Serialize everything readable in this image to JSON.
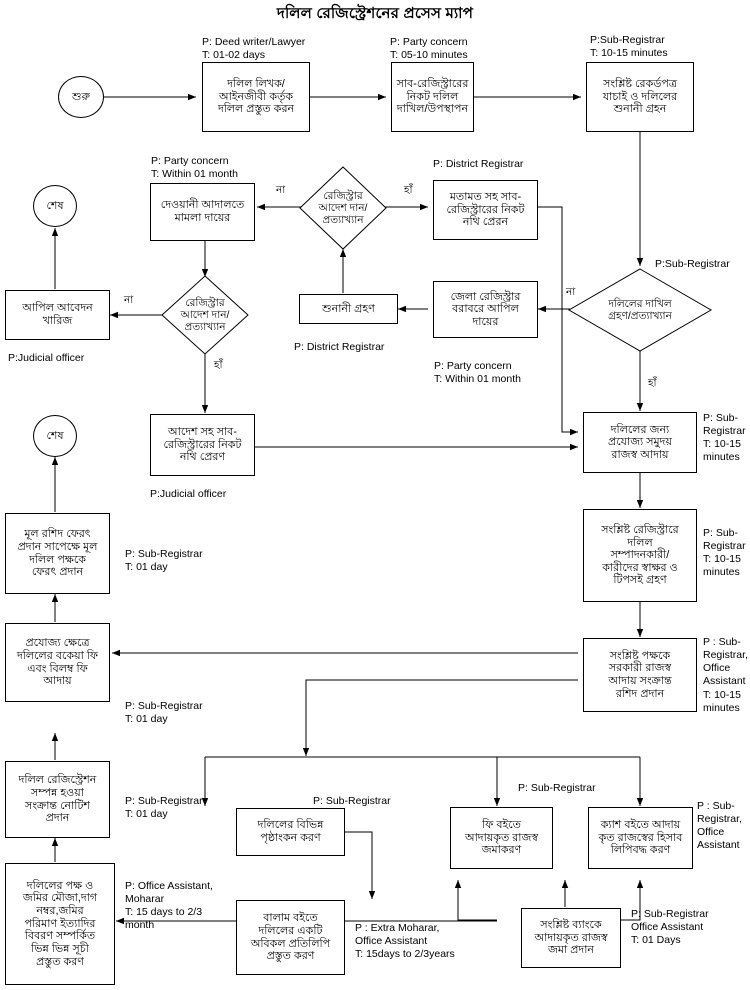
{
  "title": "দলিল রেজিস্ট্রেশনের প্রসেস ম্যাপ",
  "nodes": {
    "start": "শুরু",
    "end_top": "শেষ",
    "end_mid": "শেষ",
    "deed_prepare": "দলিল লিখক/\nআইনজীবী কর্তৃক\nদলিল প্রস্তুত করন",
    "submit_deed": "সাব-রেজিস্ট্রারের\nনিকট দলিল\nদাখিল/উপস্থাপন",
    "verify_records": "সংশ্লিষ্ট রেকর্ডপত্র\nযাচাই ও দলিলের\nশুনানী গ্রহন",
    "civil_court_case": "দেওয়ানী আদালতে\nমামলা দায়ের",
    "registrar_decision_1": "রেজিস্ট্রার\nআদেশ দান/\nপ্রত্যাখ্যান",
    "registrar_decision_2": "রেজিস্ট্রার\nআদেশ দান/\nপ্রত্যাখ্যান",
    "opinion_to_subreg": "মতামত সহ সাব-\nরেজিস্ট্রারের নিকট\nনথি প্রেরন",
    "appeal_dismissed": "আপিল আবেদন\nখারিজ",
    "hearing": "শুনানী গ্রহণ",
    "appeal_district_registrar": "জেলা রেজিস্ট্রার\nবরাবরে আপিল\nদায়ের",
    "doc_accept_reject": "দলিলের দাখিল\nগ্রহণ/প্রত্যাখ্যান",
    "order_to_subreg": "আদেশ সহ সাব-\nরেজিস্ট্রারের নিকট\nনথি প্রেরণ",
    "collect_revenue": "দলিলের জন্য\nপ্রযোজ্য সমুদয়\nরাজস্ব আদায়",
    "signature_collect": "সংশ্লিষ্ট রেজিস্ট্রারে\nদলিল\nসম্পাদনকারী/\nকারীদের স্বাক্ষর ও\nটিপসই গ্রহণ",
    "return_original": "মূল রশিদ ফেরৎ\nপ্রদান সাপেক্ষে মূল\nদলিল পক্ষকে\nফেরৎ প্রদান",
    "arrear_fee": "প্রযোজ্য ক্ষেত্রে\nদলিলের বকেয়া ফি\nএবং বিলম্ব ফি\nআদায়",
    "registration_notice": "দলিল রেজিস্ট্রেশন\nসম্পন্ন হওয়া\nসংক্রান্ত নোটিশ\nপ্রদান",
    "index_prepare": "দলিলের পক্ষ ও\nজমির মৌজা,দাগ\nনম্বর,জমির\nপরিমাণ ইত্যাদির\nবিবরণ সম্পর্কিত\nভিন্ন ভিন্ন সূচী\nপ্রস্তুত করণ",
    "receipt_issue": "সংশ্লিষ্ট পক্ষকে\nসরকারী রাজস্ব\nআদায় সংক্রান্ত\nরশিদ প্রদান",
    "endorsement": "দলিলের বিভিন্ন\nপৃষ্ঠাংকন করণ",
    "balam_copy": "বালাম বইতে\nদলিলের একটি\nঅবিকল প্রতিলিপি\nপ্রস্তুত করণ",
    "fee_book": "ফি বইতে\nআদায়কৃত রাজস্ব\nজমাকরণ",
    "cash_book": "ক্যাশ বইতে আদায়\nকৃত রাজস্বের হিসাব\nলিপিবদ্ধ করণ",
    "bank_deposit": "সংশ্লিষ্ট ব্যাংকে\nআদায়কৃত রাজস্ব\nজমা প্রদান"
  },
  "annotations": {
    "a_deed_prepare": "P: Deed writer/Lawyer\nT: 01-02 days",
    "a_submit_deed": "P: Party concern\nT: 05-10 minutes",
    "a_verify_records": "P:Sub-Registrar\nT: 10-15 minutes",
    "a_civil_court": "P: Party concern\nT: Within 01 month",
    "a_district_registrar_top": "P: District Registrar",
    "a_sub_registrar_right": "P:Sub-Registrar",
    "a_hearing": "P: District Registrar",
    "a_appeal_dr": "P: Party concern\nT: Within 01 month",
    "a_judicial_officer_left": "P:Judicial officer",
    "a_judicial_officer_mid": "P:Judicial officer",
    "a_collect_revenue": "P: Sub-\nRegistrar\nT: 10-15\nminutes",
    "a_signature": "P: Sub-\nRegistrar\nT: 10-15\nminutes",
    "a_return_original": "P: Sub-Registrar\nT: 01 day",
    "a_arrear_fee": "P: Sub-Registrar\nT: 01 day",
    "a_registration_notice": "P: Sub-Registrar\nT: 01 day",
    "a_index_prepare": "P: Office Assistant,\nMoharar\nT: 15 days to 2/3\nmonth",
    "a_receipt_issue": "P : Sub-\nRegistrar,\nOffice\nAssistant\nT: 10-15\nminutes",
    "a_endorsement": "P: Sub-Registrar",
    "a_fee_book": "P: Sub-Registrar",
    "a_cash_book": "P : Sub-\nRegistrar,\nOffice\nAssistant",
    "a_balam_copy": "P : Extra Moharar,\nOffice Assistant\nT: 15days to 2/3years",
    "a_bank_deposit": "P: Sub-Registrar\nOffice Assistant\nT: 01 Days"
  },
  "edge_labels": {
    "no_1": "না",
    "yes_1": "হাঁ",
    "no_2": "না",
    "yes_2": "হাঁ",
    "no_3": "না",
    "yes_3": "হাঁ"
  },
  "colors": {
    "stroke": "#000000",
    "background": "#ffffff",
    "text": "#000000"
  }
}
